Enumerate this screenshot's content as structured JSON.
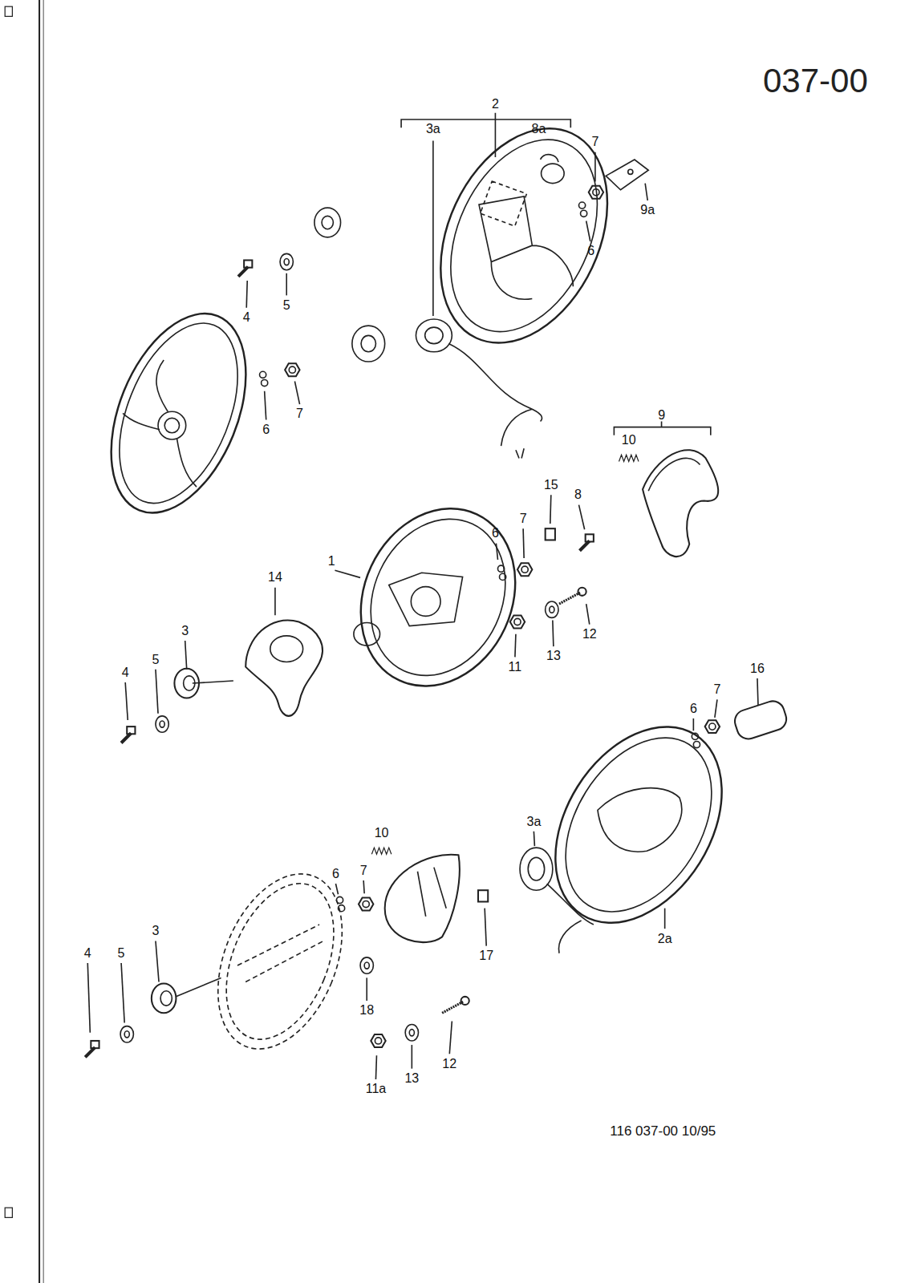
{
  "diagram": {
    "title": "037-00",
    "caption": "116 037-00 10/95",
    "labels": [
      "2",
      "3a",
      "8a",
      "7",
      "9a",
      "6",
      "4",
      "5",
      "6",
      "7",
      "9",
      "10",
      "15",
      "8",
      "7",
      "6",
      "1",
      "14",
      "3",
      "5",
      "4",
      "11",
      "13",
      "12",
      "16",
      "7",
      "6",
      "3a",
      "10",
      "6",
      "7",
      "17",
      "2a",
      "3",
      "4",
      "5",
      "18",
      "12",
      "13",
      "11a"
    ]
  }
}
